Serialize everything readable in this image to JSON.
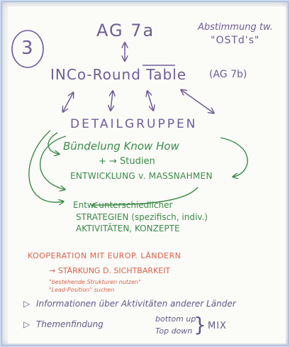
{
  "circle_number": "3",
  "top_node": "AG 7a",
  "note": {
    "line1": "Abstimmung tw.",
    "line2": "\"OSTd's\""
  },
  "round_table": {
    "label": "INCo-Round Table",
    "ref": "(AG 7b)"
  },
  "detail_groups": {
    "title": "DETAILGRUPPEN",
    "items": [
      "Bündelung Know How",
      "+ → Studien",
      "ENTWICKLUNG v. MASSNAHMEN"
    ]
  },
  "strategies": {
    "line1": "Entw. unterschiedlicher",
    "line2": "STRATEGIEN (spezifisch, indiv.)",
    "line3": "AKTIVITÄTEN, KONZEPTE"
  },
  "cooperation": {
    "title": "KOOPERATION MIT EUROP. LÄNDERN",
    "line1": "→ STÄRKUNG D. SICHTBARKEIT",
    "line2": "\"bestehende Strukturen nutzen\"",
    "line3": "\"Lead-Position\" suchen"
  },
  "bullets": [
    {
      "marker": "▷",
      "text": "Informationen über Aktivitäten anderer Länder"
    },
    {
      "marker": "▷",
      "text": "Themenfindung"
    }
  ],
  "mix": {
    "line1": "bottom up",
    "line2": "Top down",
    "bracket": "}",
    "label": "MIX"
  },
  "colors": {
    "purple": "#6f5d97",
    "green": "#3a8a4a",
    "red": "#d8604d",
    "paper": "#fbfbf8"
  }
}
